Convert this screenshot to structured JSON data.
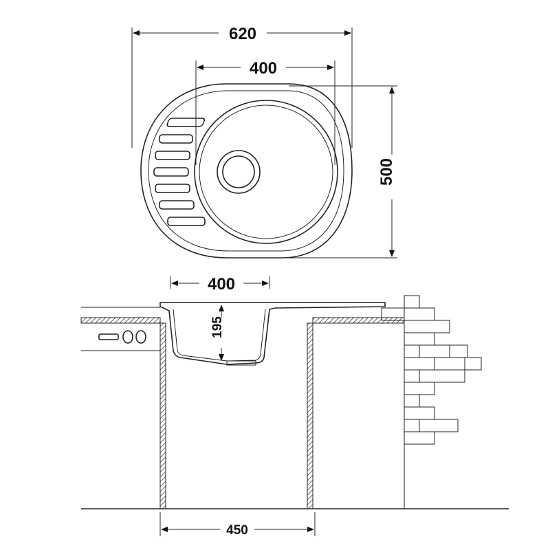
{
  "top_view": {
    "width_overall": "620",
    "bowl_diameter": "400",
    "depth_overall": "500"
  },
  "side_view": {
    "bowl_width": "400",
    "bowl_depth": "195",
    "cabinet_width": "450"
  },
  "colors": {
    "line": "#222222",
    "background": "#ffffff"
  }
}
